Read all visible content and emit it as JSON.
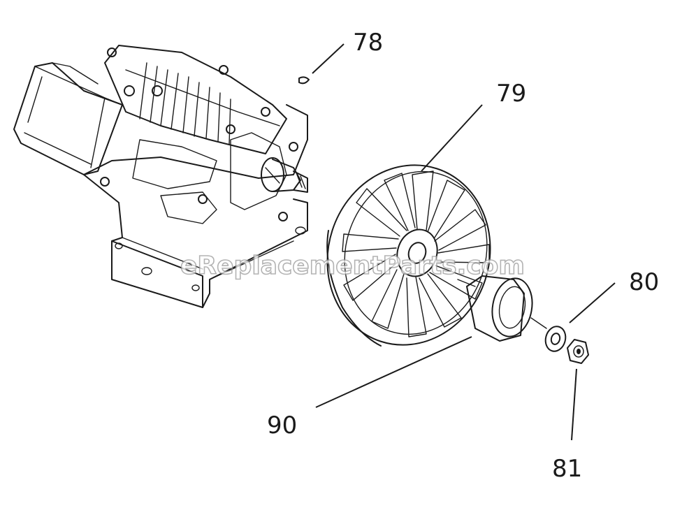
{
  "callouts": {
    "c78": "78",
    "c79": "79",
    "c80": "80",
    "c81": "81",
    "c90": "90"
  },
  "watermark": "eReplacementParts.com",
  "colors": {
    "ink": "#1a1a1a",
    "background": "#ffffff",
    "watermark": "#9a9a9a"
  }
}
